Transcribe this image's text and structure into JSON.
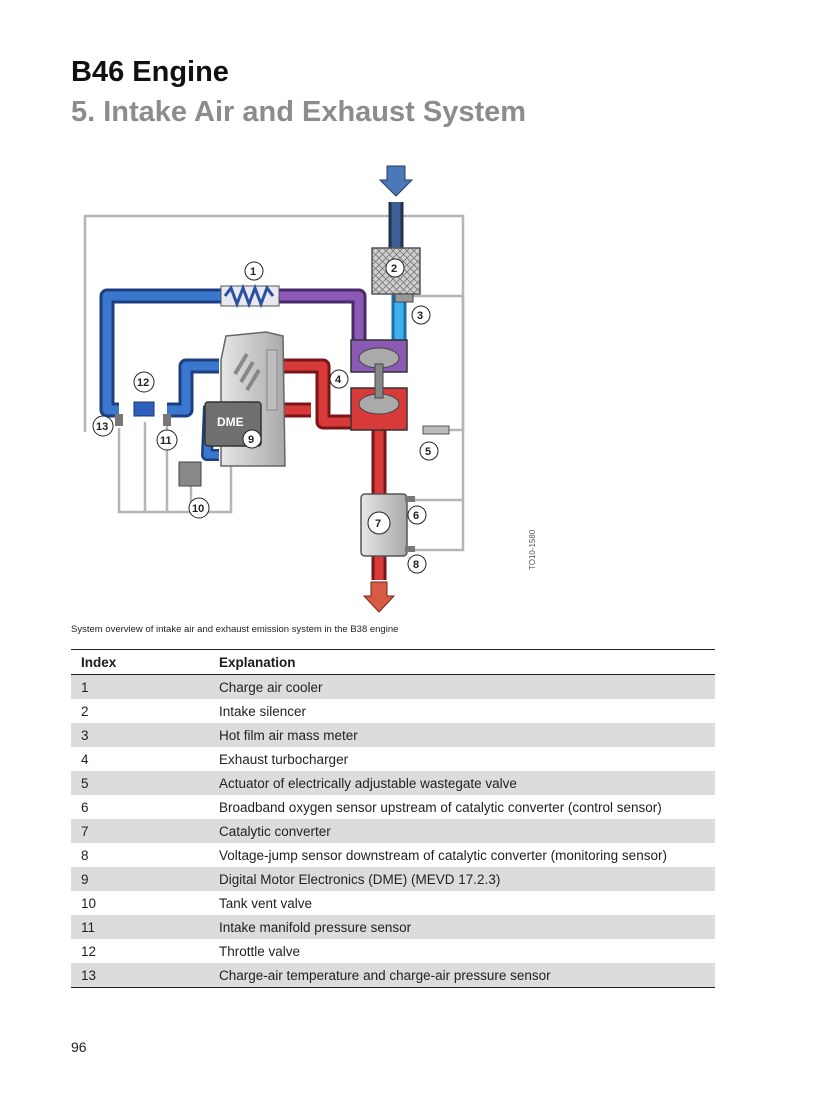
{
  "header": {
    "title": "B46 Engine",
    "subtitle": "5. Intake Air and Exhaust System"
  },
  "figure": {
    "caption": "System overview of intake air and exhaust emission system in the B38 engine",
    "code": "TO10-1580",
    "dme_label": "DME",
    "callouts": [
      "1",
      "2",
      "3",
      "4",
      "5",
      "6",
      "7",
      "8",
      "9",
      "10",
      "11",
      "12",
      "13"
    ],
    "colors": {
      "cold_air": "#2a5db0",
      "filtered_air": "#3aa0e0",
      "charge_air": "#7a4aa0",
      "exhaust": "#c0282d",
      "intake_arrow": "#3e6fb0",
      "exhaust_arrow": "#d04a3a",
      "wiring": "#b8b8b8"
    }
  },
  "table": {
    "headers": [
      "Index",
      "Explanation"
    ],
    "rows": [
      {
        "index": "1",
        "text": "Charge air cooler"
      },
      {
        "index": "2",
        "text": "Intake silencer"
      },
      {
        "index": "3",
        "text": "Hot film air mass meter"
      },
      {
        "index": "4",
        "text": "Exhaust turbocharger"
      },
      {
        "index": "5",
        "text": "Actuator of electrically adjustable wastegate valve"
      },
      {
        "index": "6",
        "text": "Broadband oxygen sensor upstream of catalytic converter (control sensor)"
      },
      {
        "index": "7",
        "text": "Catalytic converter"
      },
      {
        "index": "8",
        "text": "Voltage-jump sensor downstream of catalytic converter (monitoring sensor)"
      },
      {
        "index": "9",
        "text": "Digital Motor Electronics (DME) (MEVD 17.2.3)"
      },
      {
        "index": "10",
        "text": "Tank vent valve"
      },
      {
        "index": "11",
        "text": "Intake manifold pressure sensor"
      },
      {
        "index": "12",
        "text": "Throttle valve"
      },
      {
        "index": "13",
        "text": "Charge-air temperature and charge-air pressure sensor"
      }
    ]
  },
  "footer": {
    "page_number": "96"
  }
}
